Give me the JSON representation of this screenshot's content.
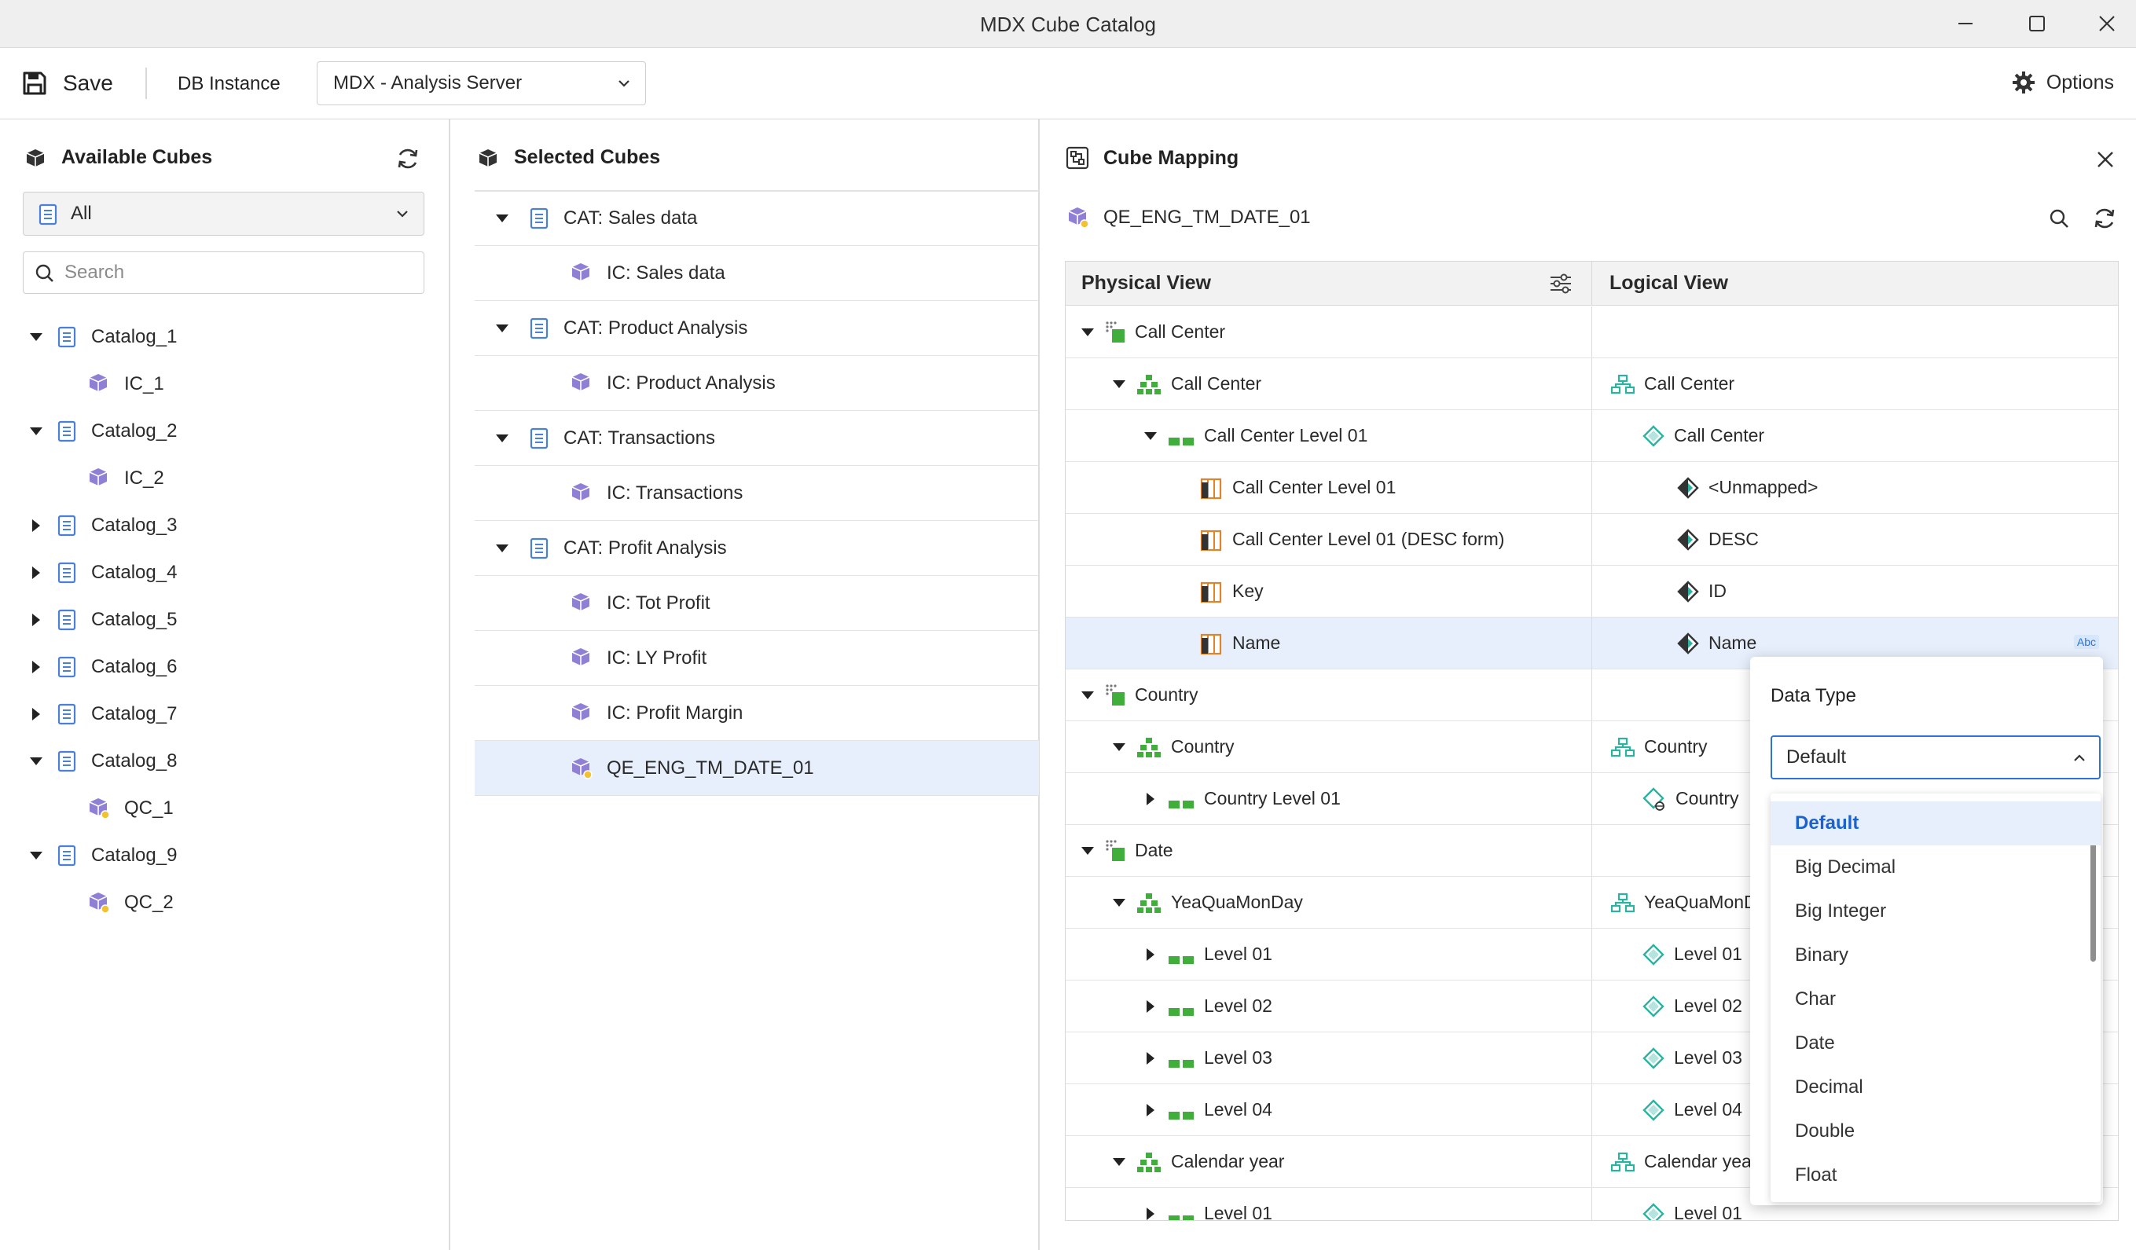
{
  "window": {
    "title": "MDX Cube Catalog"
  },
  "toolbar": {
    "save_label": "Save",
    "db_instance_label": "DB Instance",
    "db_instance_value": "MDX - Analysis Server",
    "options_label": "Options"
  },
  "available": {
    "title": "Available Cubes",
    "filter_value": "All",
    "search_placeholder": "Search",
    "tree": [
      {
        "label": "Catalog_1",
        "expanded": true
      },
      {
        "label": "IC_1",
        "child": true,
        "kind": "ic"
      },
      {
        "label": "Catalog_2",
        "expanded": true
      },
      {
        "label": "IC_2",
        "child": true,
        "kind": "ic"
      },
      {
        "label": "Catalog_3",
        "expanded": false
      },
      {
        "label": "Catalog_4",
        "expanded": false
      },
      {
        "label": "Catalog_5",
        "expanded": false
      },
      {
        "label": "Catalog_6",
        "expanded": false
      },
      {
        "label": "Catalog_7",
        "expanded": false
      },
      {
        "label": "Catalog_8",
        "expanded": true
      },
      {
        "label": "QC_1",
        "child": true,
        "kind": "qc"
      },
      {
        "label": "Catalog_9",
        "expanded": true
      },
      {
        "label": "QC_2",
        "child": true,
        "kind": "qc"
      }
    ]
  },
  "selected": {
    "title": "Selected Cubes",
    "rows": [
      {
        "label": "CAT: Sales data",
        "cat": true
      },
      {
        "label": "IC: Sales data",
        "cat": false,
        "kind": "ic"
      },
      {
        "label": "CAT: Product Analysis",
        "cat": true
      },
      {
        "label": "IC: Product Analysis",
        "cat": false,
        "kind": "ic"
      },
      {
        "label": "CAT: Transactions",
        "cat": true
      },
      {
        "label": "IC: Transactions",
        "cat": false,
        "kind": "ic"
      },
      {
        "label": "CAT: Profit Analysis",
        "cat": true
      },
      {
        "label": "IC: Tot Profit",
        "cat": false,
        "kind": "ic"
      },
      {
        "label": "IC: LY Profit",
        "cat": false,
        "kind": "ic"
      },
      {
        "label": "IC: Profit Margin",
        "cat": false,
        "kind": "ic"
      },
      {
        "label": "QE_ENG_TM_DATE_01",
        "cat": false,
        "kind": "qc",
        "selected": true
      }
    ]
  },
  "mapping": {
    "title": "Cube Mapping",
    "cube_name": "QE_ENG_TM_DATE_01",
    "physical_header": "Physical View",
    "logical_header": "Logical View",
    "rows": [
      {
        "phys": "Call Center",
        "level": 0,
        "caret": "down",
        "type": "dim",
        "log": "",
        "ltype": ""
      },
      {
        "phys": "Call Center",
        "level": 1,
        "caret": "down",
        "type": "hier",
        "log": "Call Center",
        "ltype": "hier"
      },
      {
        "phys": "Call Center Level 01",
        "level": 2,
        "caret": "down",
        "type": "lvl",
        "log": "Call Center",
        "ltype": "lvl"
      },
      {
        "phys": "Call Center Level 01",
        "level": 3,
        "caret": "",
        "type": "col",
        "log": "<Unmapped>",
        "ltype": "attr"
      },
      {
        "phys": "Call Center Level 01 (DESC form)",
        "level": 3,
        "caret": "",
        "type": "col",
        "log": "DESC",
        "ltype": "attr"
      },
      {
        "phys": "Key",
        "level": 3,
        "caret": "",
        "type": "col",
        "log": "ID",
        "ltype": "attr"
      },
      {
        "phys": "Name",
        "level": 3,
        "caret": "",
        "type": "col",
        "log": "Name",
        "ltype": "attr",
        "selected": true,
        "badge": "Abc"
      },
      {
        "phys": "Country",
        "level": 0,
        "caret": "down",
        "type": "dim",
        "log": "",
        "ltype": ""
      },
      {
        "phys": "Country",
        "level": 1,
        "caret": "down",
        "type": "hier",
        "log": "Country",
        "ltype": "hier"
      },
      {
        "phys": "Country Level 01",
        "level": 2,
        "caret": "right",
        "type": "lvl",
        "log": "Country",
        "ltype": "lvlgeo"
      },
      {
        "phys": "Date",
        "level": 0,
        "caret": "down",
        "type": "dim",
        "log": "",
        "ltype": ""
      },
      {
        "phys": "YeaQuaMonDay",
        "level": 1,
        "caret": "down",
        "type": "hier",
        "log": "YeaQuaMonDay",
        "ltype": "hier"
      },
      {
        "phys": "Level 01",
        "level": 2,
        "caret": "right",
        "type": "lvl",
        "log": "Level 01",
        "ltype": "lvl"
      },
      {
        "phys": "Level 02",
        "level": 2,
        "caret": "right",
        "type": "lvl",
        "log": "Level 02",
        "ltype": "lvl"
      },
      {
        "phys": "Level 03",
        "level": 2,
        "caret": "right",
        "type": "lvl",
        "log": "Level 03",
        "ltype": "lvl"
      },
      {
        "phys": "Level 04",
        "level": 2,
        "caret": "right",
        "type": "lvl",
        "log": "Level 04",
        "ltype": "lvl"
      },
      {
        "phys": "Calendar year",
        "level": 1,
        "caret": "down",
        "type": "hier",
        "log": "Calendar year",
        "ltype": "hier"
      },
      {
        "phys": "Level 01",
        "level": 2,
        "caret": "right",
        "type": "lvl",
        "log": "Level 01",
        "ltype": "lvl"
      }
    ]
  },
  "data_type": {
    "label": "Data Type",
    "value": "Default",
    "options": [
      "Default",
      "Big Decimal",
      "Big Integer",
      "Binary",
      "Char",
      "Date",
      "Decimal",
      "Double",
      "Float"
    ]
  },
  "colors": {
    "accent": "#2f73d8",
    "selection": "#e6effb",
    "catalog_icon": "#4a80d8",
    "cube_icon": "#8f80d6",
    "hierarchy_green": "#3fae3a",
    "logical_teal": "#2bb3a0",
    "column_orange": "#e0842a"
  }
}
